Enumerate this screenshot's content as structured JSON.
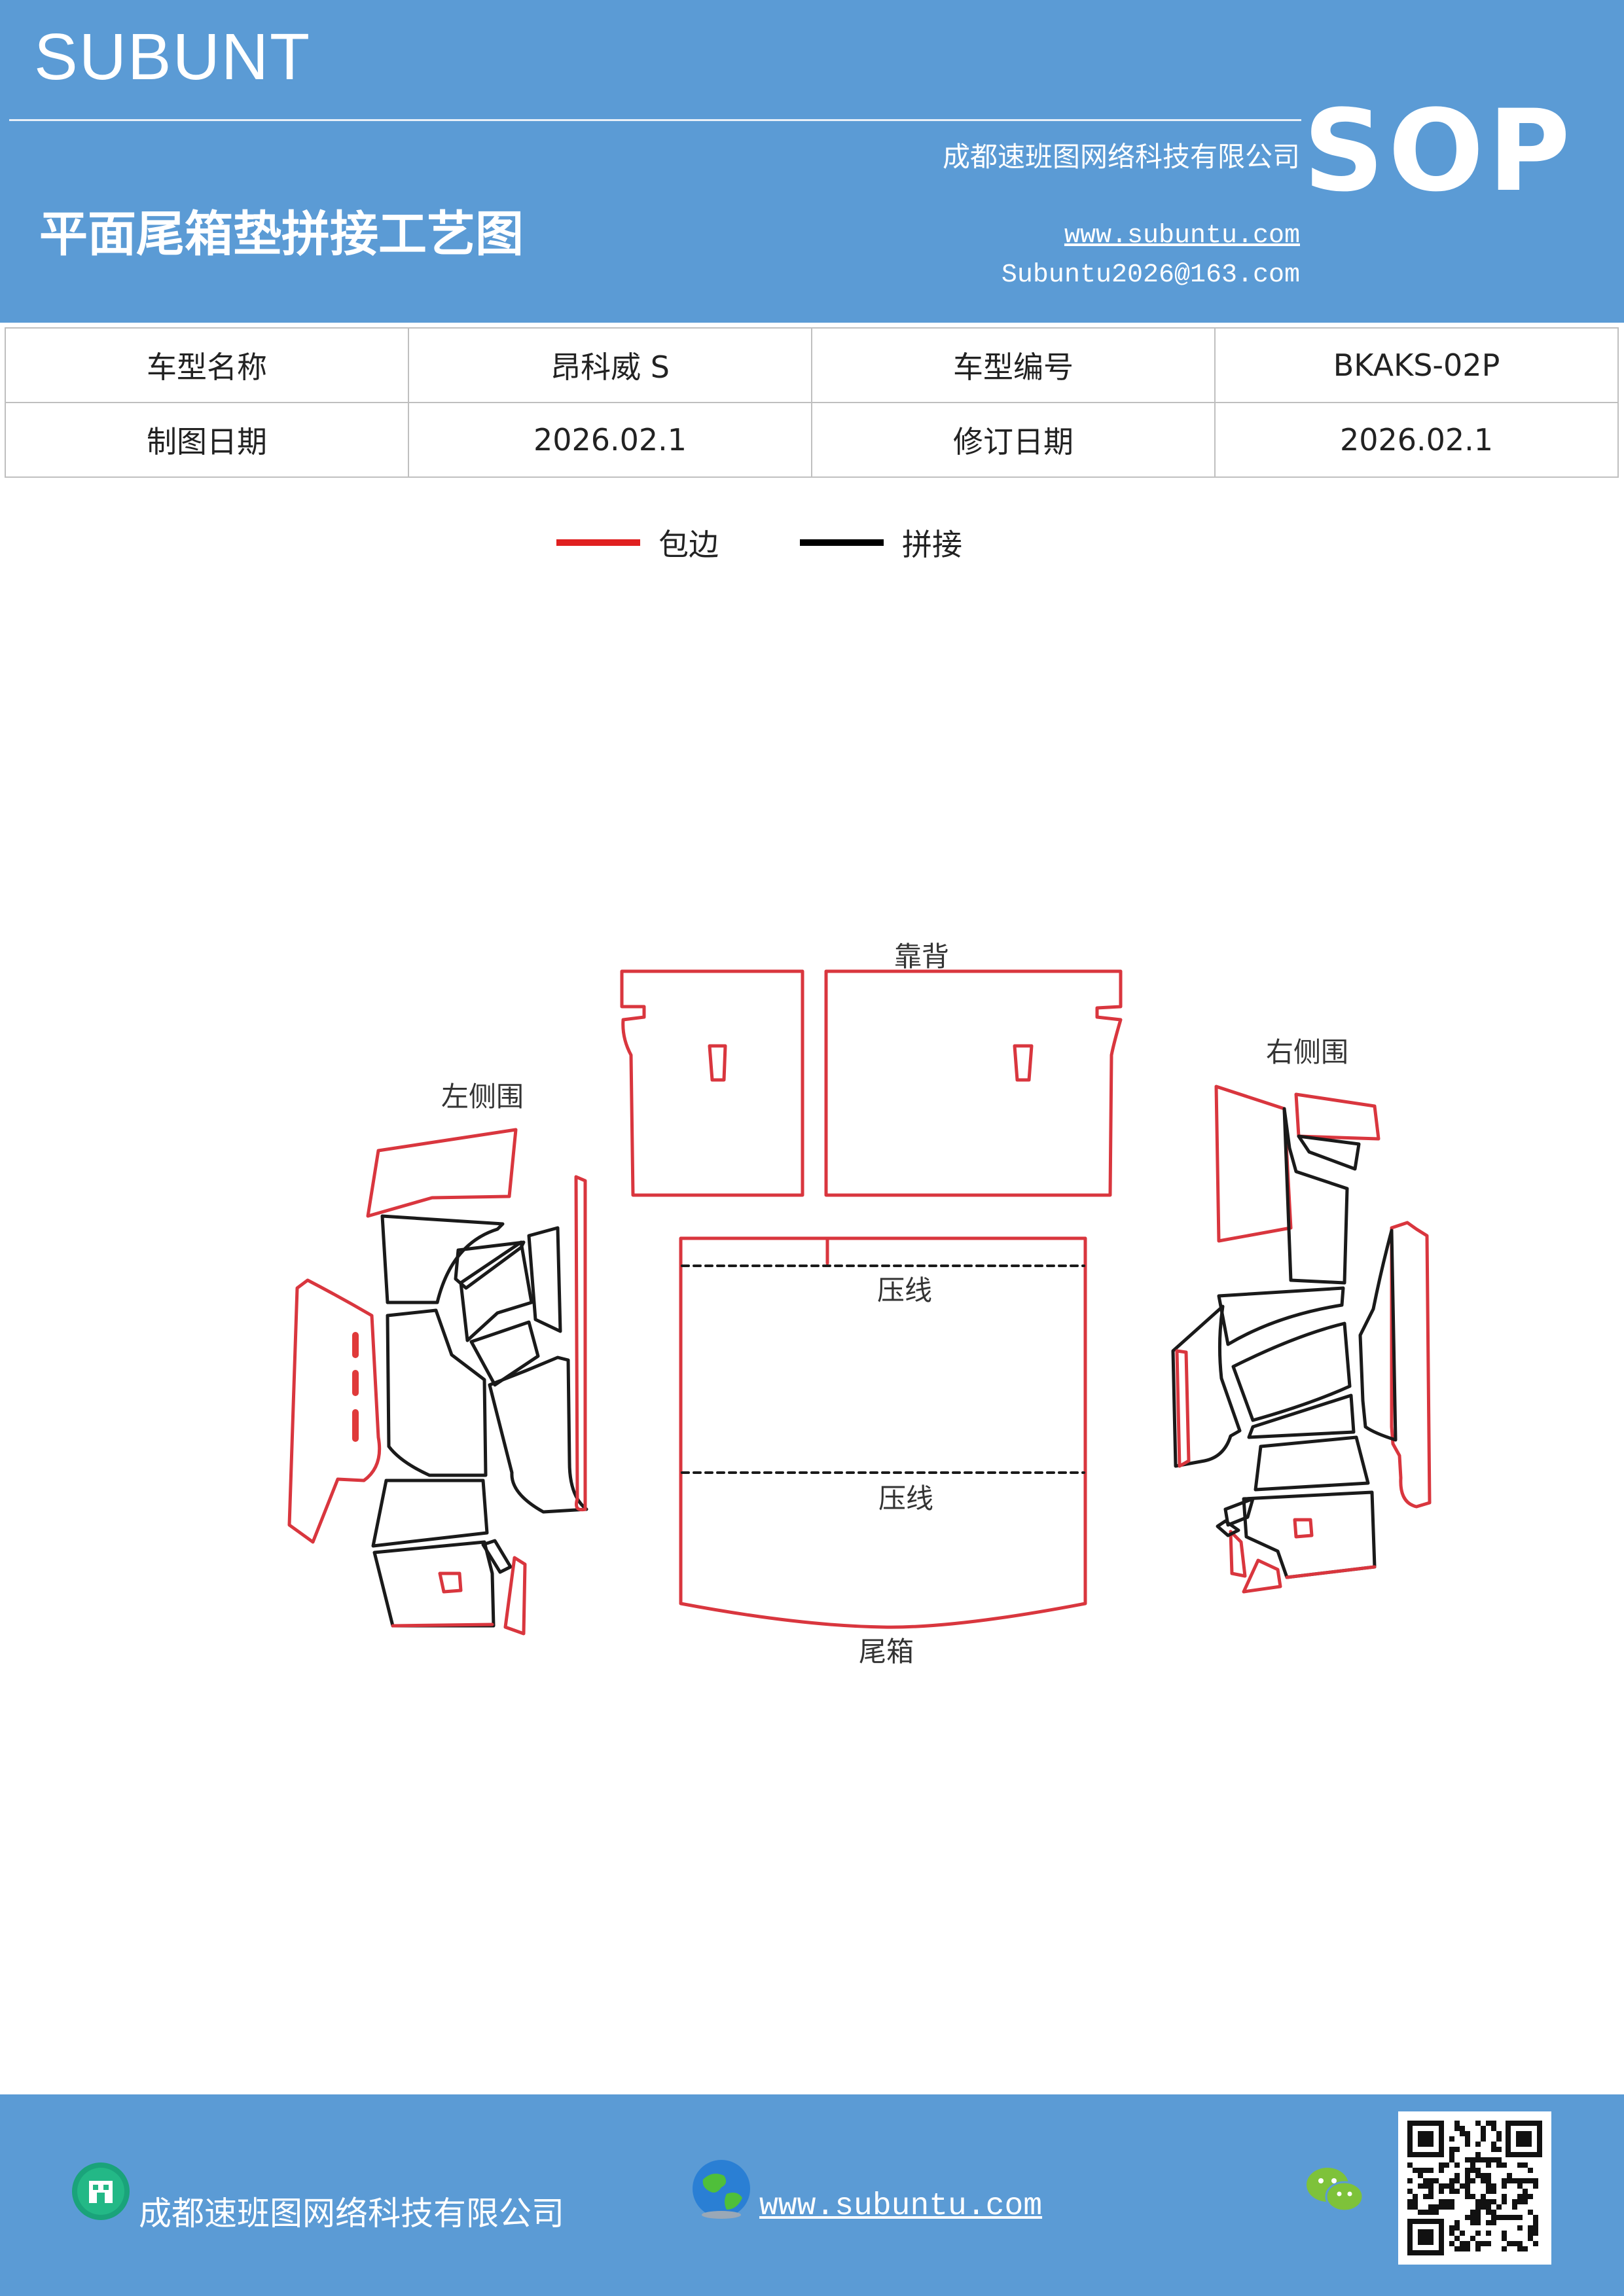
{
  "header": {
    "brand": "SUBUNT",
    "company": "成都速班图网络科技有限公司",
    "title": "平面尾箱垫拼接工艺图",
    "website": "www.subuntu.com",
    "email": "Subuntu2026@163.com",
    "badge": "SOP",
    "bg_color": "#5b9bd5"
  },
  "info_table": {
    "rows": [
      [
        "车型名称",
        "昂科威 S",
        "车型编号",
        "BKAKS-02P"
      ],
      [
        "制图日期",
        "2026.02.1",
        "修订日期",
        "2026.02.1"
      ]
    ]
  },
  "legend": {
    "items": [
      {
        "label": "包边",
        "color": "#e02020"
      },
      {
        "label": "拼接",
        "color": "#000000"
      }
    ]
  },
  "diagram": {
    "labels": {
      "backrest": "靠背",
      "left_side": "左侧围",
      "right_side": "右侧围",
      "crease_1": "压线",
      "crease_2": "压线",
      "trunk": "尾箱"
    },
    "edge_color": "#d9363e",
    "seam_color": "#1a1a1a"
  },
  "footer": {
    "company": "成都速班图网络科技有限公司",
    "website": "www.subuntu.com",
    "icons": [
      "building-icon",
      "globe-icon",
      "wechat-icon",
      "qr-code"
    ]
  }
}
